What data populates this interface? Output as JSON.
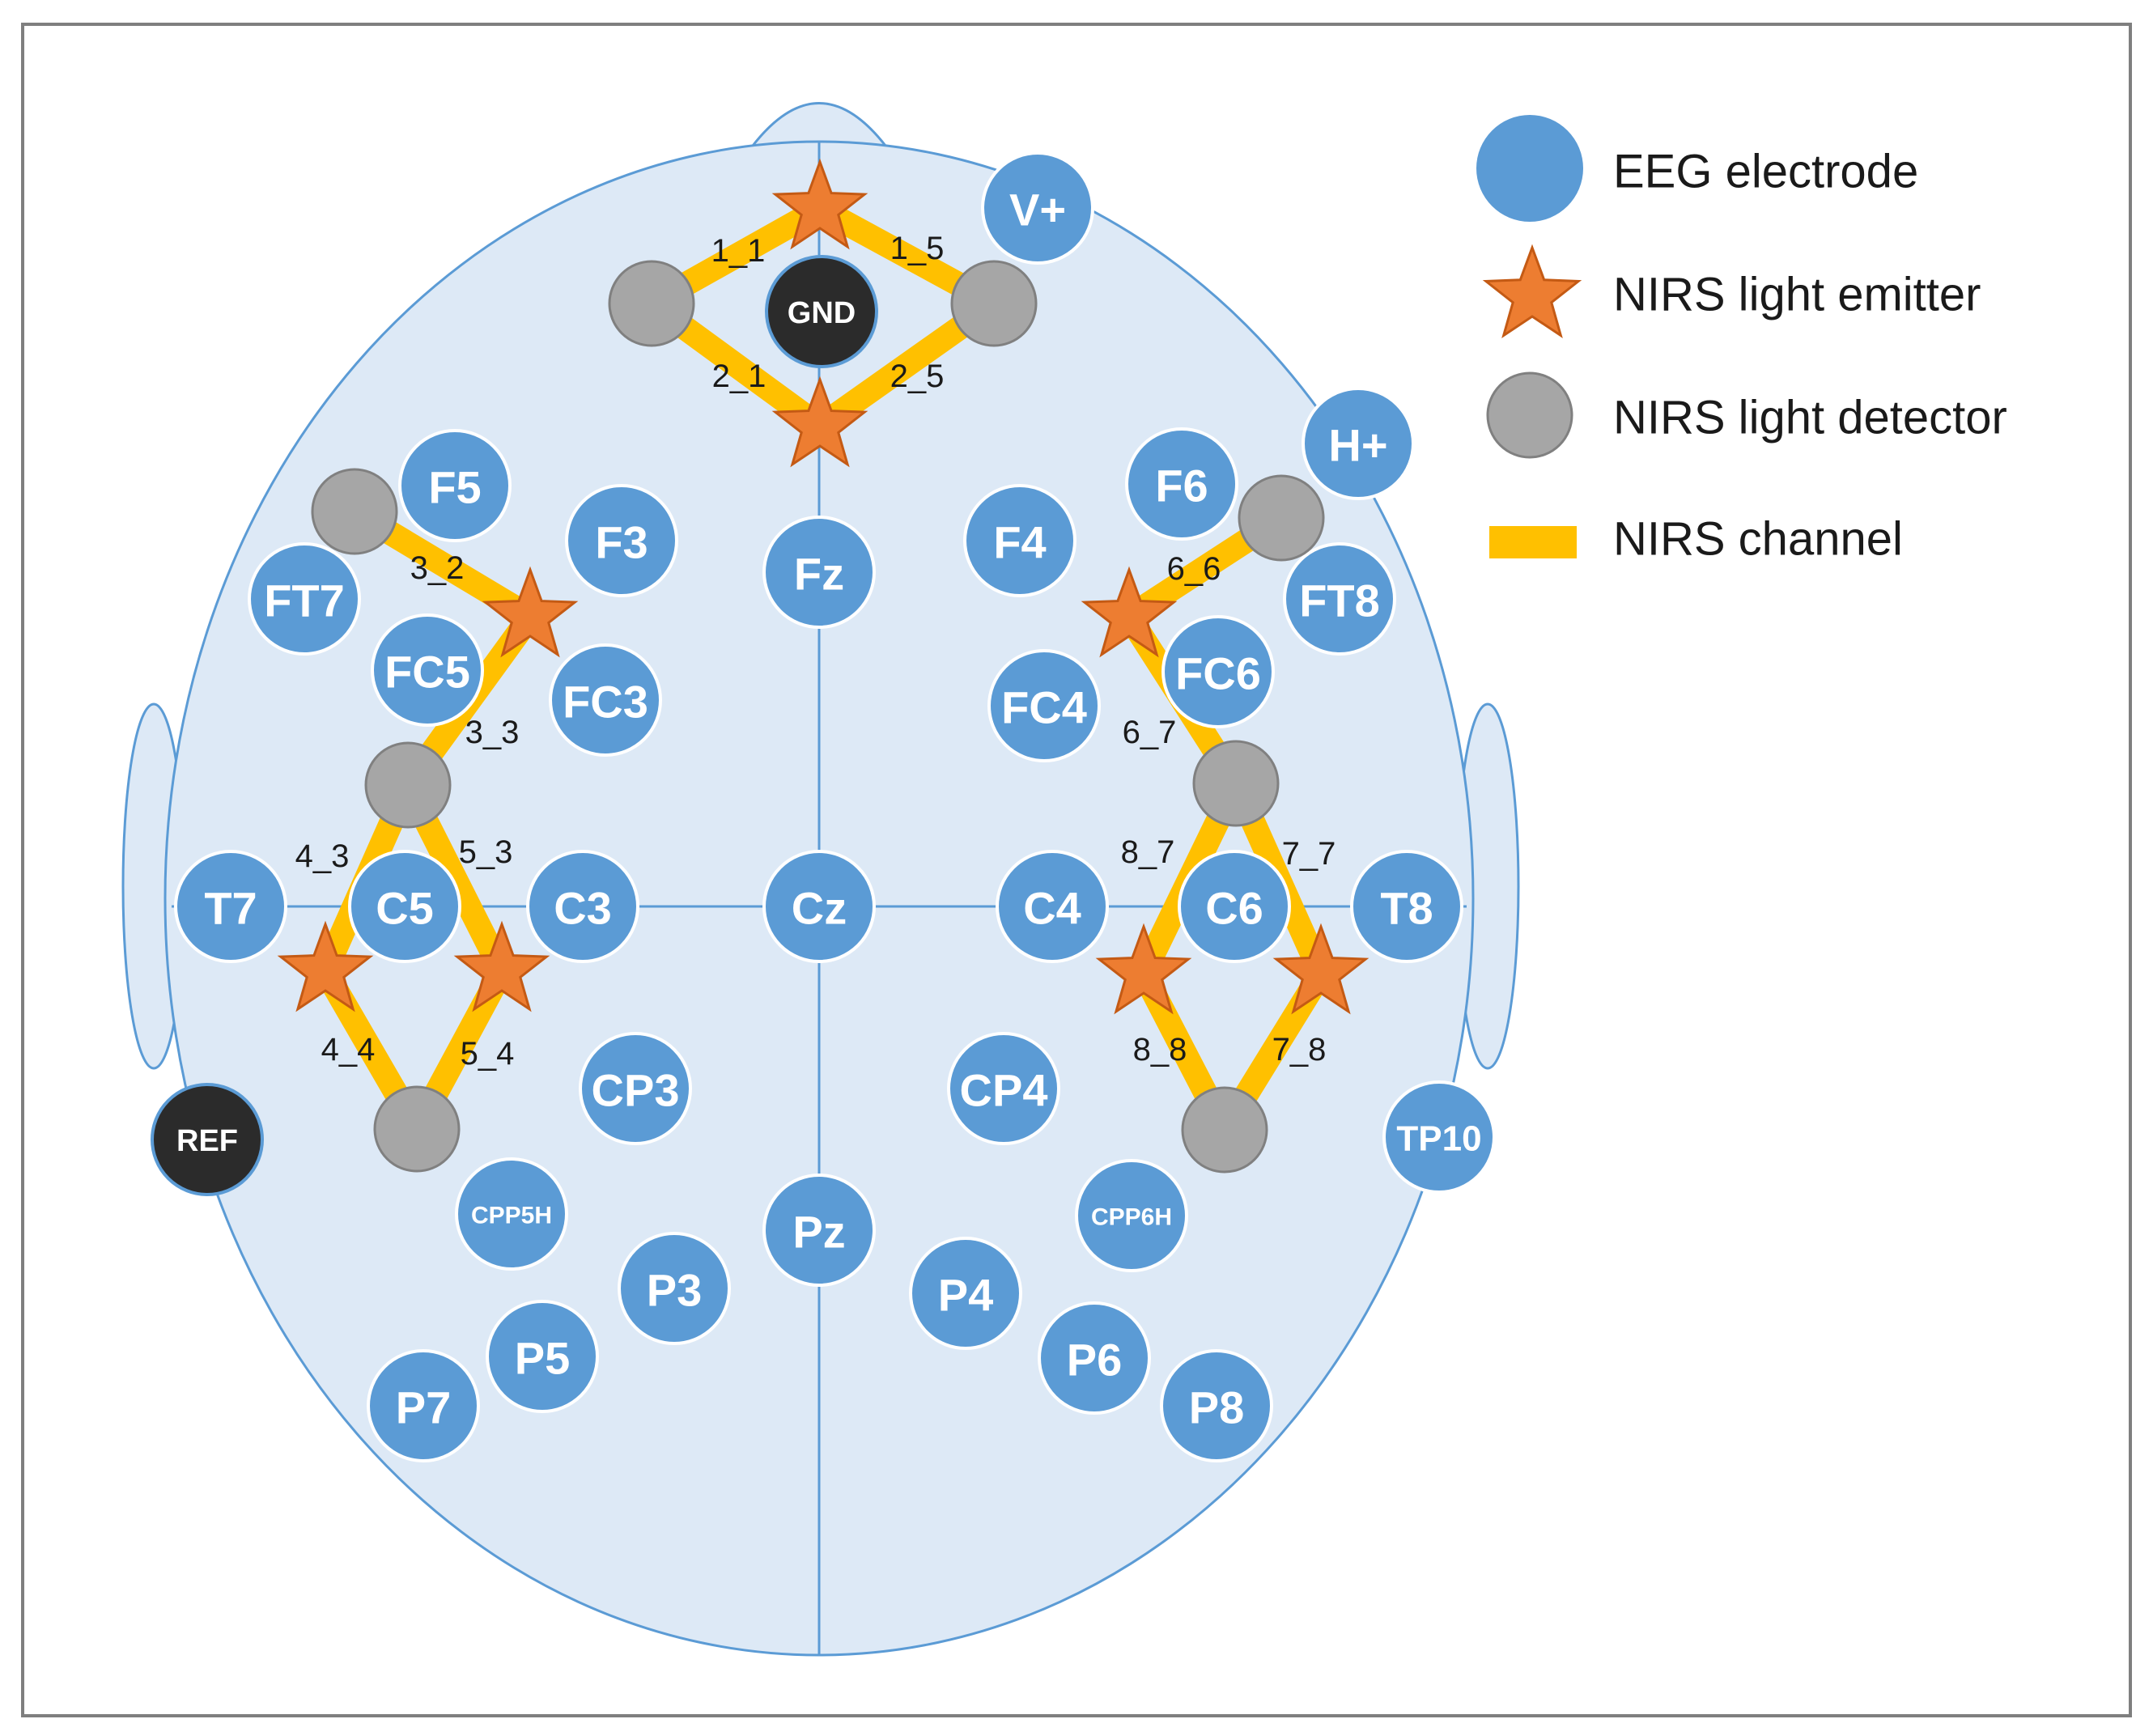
{
  "colors": {
    "head_fill": "#dde9f6",
    "head_stroke": "#5b9bd5",
    "eeg_electrode": "#5b9bd5",
    "eeg_electrode_stroke": "#ffffff",
    "ground_reference": "#2b2b2b",
    "nirs_emitter": "#ed7d31",
    "nirs_emitter_stroke": "#c45a14",
    "nirs_detector": "#a6a6a6",
    "nirs_detector_stroke": "#808080",
    "nirs_channel": "#ffc000",
    "frame": "#7f7f7f"
  },
  "legend": {
    "eeg_electrode": "EEG electrode",
    "nirs_emitter": "NIRS light emitter",
    "nirs_detector": "NIRS light detector",
    "nirs_channel": "NIRS channel"
  },
  "electrodes": [
    "V+",
    "H+",
    "F5",
    "F3",
    "Fz",
    "F4",
    "F6",
    "FT7",
    "FT8",
    "FC5",
    "FC3",
    "FC4",
    "FC6",
    "T7",
    "C5",
    "C3",
    "Cz",
    "C4",
    "C6",
    "T8",
    "CP3",
    "CP4",
    "TP10",
    "CPP5H",
    "CPP6H",
    "Pz",
    "P3",
    "P4",
    "P5",
    "P6",
    "P7",
    "P8"
  ],
  "special_electrodes": [
    "GND",
    "REF"
  ],
  "channels": [
    "1_1",
    "1_5",
    "2_1",
    "2_5",
    "3_2",
    "3_3",
    "4_3",
    "5_3",
    "4_4",
    "5_4",
    "6_6",
    "6_7",
    "8_7",
    "7_7",
    "8_8",
    "7_8"
  ]
}
